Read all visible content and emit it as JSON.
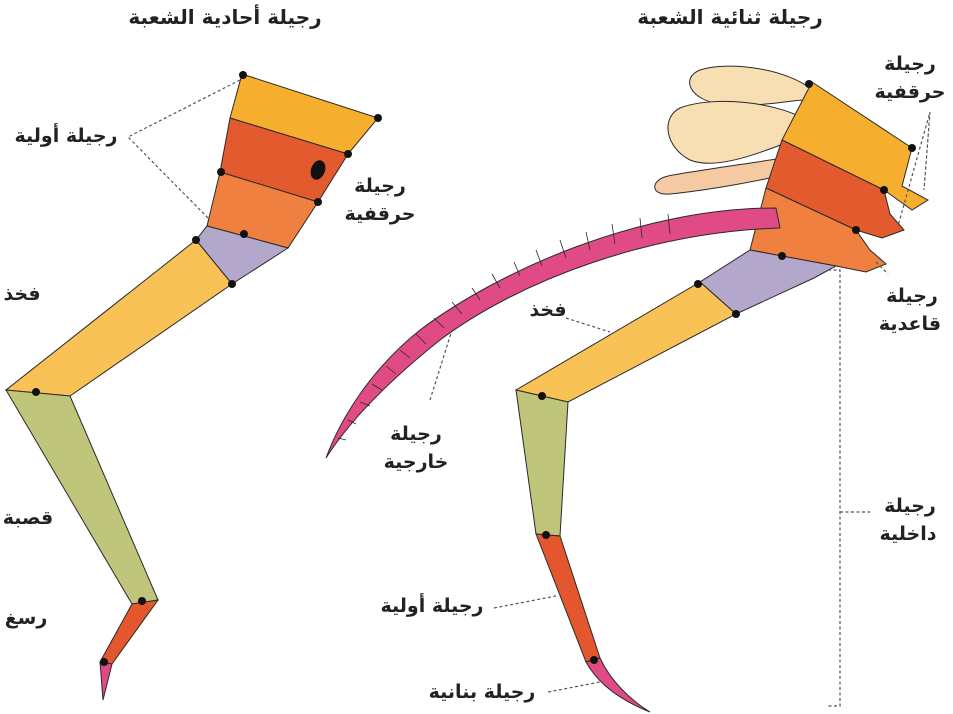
{
  "titles": {
    "left": "رجيلة أحادية الشعبة",
    "right": "رجيلة ثنائية الشعبة"
  },
  "left_labels": {
    "protopodite": "رجيلة أولية",
    "podomere_line1": "رجيلة",
    "podomere_line2": "حرقفية",
    "femur": "فخذ",
    "tibia": "قصبة",
    "tarsus": "رسغ"
  },
  "right_labels": {
    "podomere_line1": "رجيلة",
    "podomere_line2": "حرقفية",
    "basal_line1": "رجيلة",
    "basal_line2": "قاعدية",
    "femur": "فخذ",
    "exopodite_line1": "رجيلة",
    "exopodite_line2": "خارجية",
    "endopodite_line1": "رجيلة",
    "endopodite_line2": "داخلية",
    "protopodite": "رجيلة أولية",
    "dactyl": "رجيلة بنانية"
  },
  "colors": {
    "yellow_orange": "#f5ae2e",
    "dark_orange": "#e35a2e",
    "orange": "#ef8040",
    "lavender": "#b3a8cb",
    "light_yellow": "#f9c256",
    "olive": "#bfc57b",
    "red_orange": "#e4562e",
    "pink": "#e04b86",
    "peach": "#f5c9a2",
    "cream": "#f8deb3"
  }
}
